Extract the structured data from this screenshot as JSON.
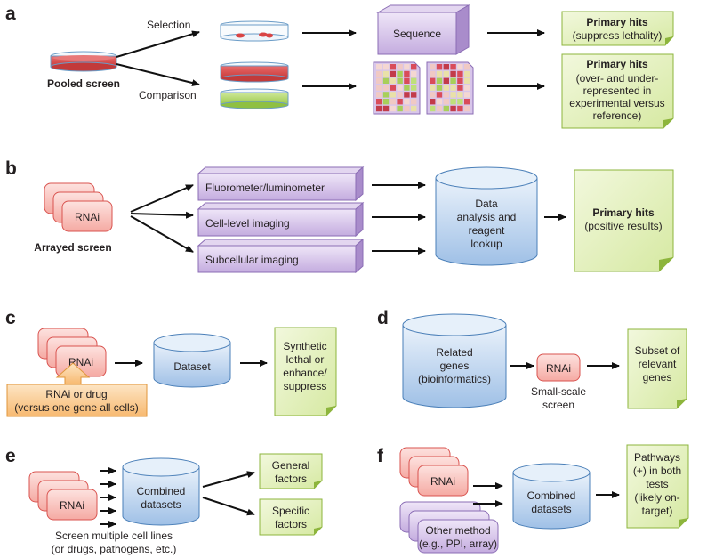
{
  "panels": {
    "a": {
      "letter": "a",
      "pooled_label": "Pooled screen",
      "selection_label": "Selection",
      "comparison_label": "Comparison",
      "sequence_label": "Sequence",
      "hits1": {
        "title": "Primary hits",
        "lines": [
          "(suppress lethality)"
        ]
      },
      "hits2": {
        "title": "Primary hits",
        "lines": [
          "(over- and under-",
          "represented in",
          "experimental versus",
          "reference)"
        ]
      }
    },
    "b": {
      "letter": "b",
      "rnai": "RNAi",
      "arrayed_label": "Arrayed screen",
      "assays": [
        "Fluorometer/luminometer",
        "Cell-level imaging",
        "Subcellular imaging"
      ],
      "cylinder_lines": [
        "Data",
        "analysis and",
        "reagent",
        "lookup"
      ],
      "hits": {
        "title": "Primary hits",
        "lines": [
          "(positive results)"
        ]
      }
    },
    "c": {
      "letter": "c",
      "rnai": "RNAi",
      "drug_lines": [
        "RNAi or drug",
        "(versus one gene all cells)"
      ],
      "dataset": "Dataset",
      "note_lines": [
        "Synthetic",
        "lethal or",
        "enhance/",
        "suppress"
      ]
    },
    "d": {
      "letter": "d",
      "cylinder_lines": [
        "Related",
        "genes",
        "(bioinformatics)"
      ],
      "rnai": "RNAi",
      "small_lines": [
        "Small-scale",
        "screen"
      ],
      "note_lines": [
        "Subset of",
        "relevant",
        "genes"
      ]
    },
    "e": {
      "letter": "e",
      "rnai": "RNAi",
      "cylinder_lines": [
        "Combined",
        "datasets"
      ],
      "caption_lines": [
        "Screen multiple cell lines",
        "(or drugs, pathogens, etc.)"
      ],
      "note1_lines": [
        "General",
        "factors"
      ],
      "note2_lines": [
        "Specific",
        "factors"
      ]
    },
    "f": {
      "letter": "f",
      "rnai": "RNAi",
      "other_lines": [
        "Other method",
        "(e.g., PPI, array)"
      ],
      "cylinder_lines": [
        "Combined",
        "datasets"
      ],
      "note_lines": [
        "Pathways",
        "(+) in both",
        "tests",
        "(likely on-",
        "target)"
      ]
    }
  },
  "colors": {
    "rnai_fill": "#f7b9b3",
    "rnai_stroke": "#d9534f",
    "purple_front": "#cdb8e3",
    "purple_top": "#e3d6f0",
    "purple_side": "#a98ccb",
    "green_note": "#e2efbe",
    "green_stroke": "#8db53c",
    "blue_cyl": "#b9d3ee",
    "blue_stroke": "#4a7fb8",
    "orange": "#f9c98f"
  }
}
